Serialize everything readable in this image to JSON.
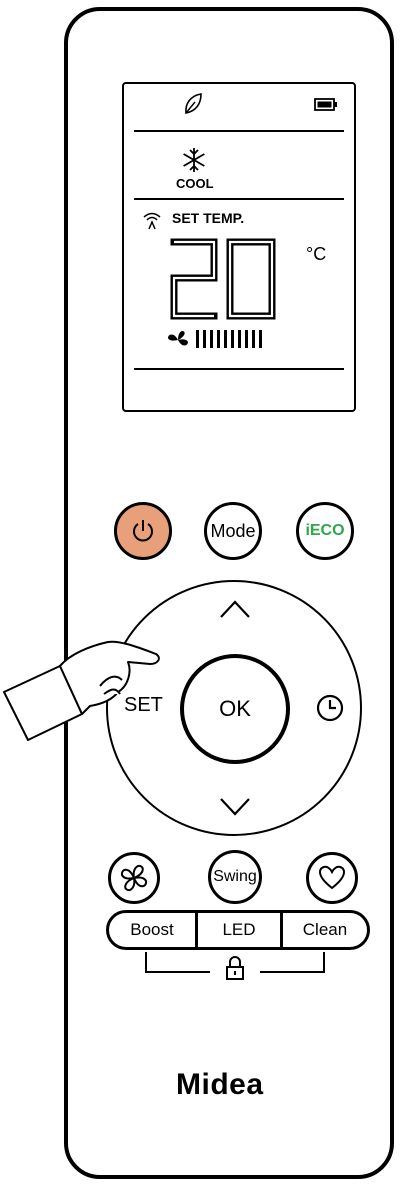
{
  "display": {
    "mode_label": "COOL",
    "set_temp_label": "SET TEMP.",
    "temperature": "20",
    "unit": "°C",
    "fan_speed_bars": 10
  },
  "buttons": {
    "mode": "Mode",
    "eco": "iECO",
    "set": "SET",
    "ok": "OK",
    "swing": "Swing",
    "boost": "Boost",
    "led": "LED",
    "clean": "Clean"
  },
  "brand": "Midea",
  "colors": {
    "power_button": "#E8A07A",
    "eco_button": "#2FA84A"
  },
  "icons": [
    "leaf-icon",
    "battery-icon",
    "snowflake-icon",
    "signal-icon",
    "fan-icon",
    "power-icon",
    "clock-icon",
    "heart-icon",
    "lock-icon",
    "pointing-hand-icon"
  ]
}
